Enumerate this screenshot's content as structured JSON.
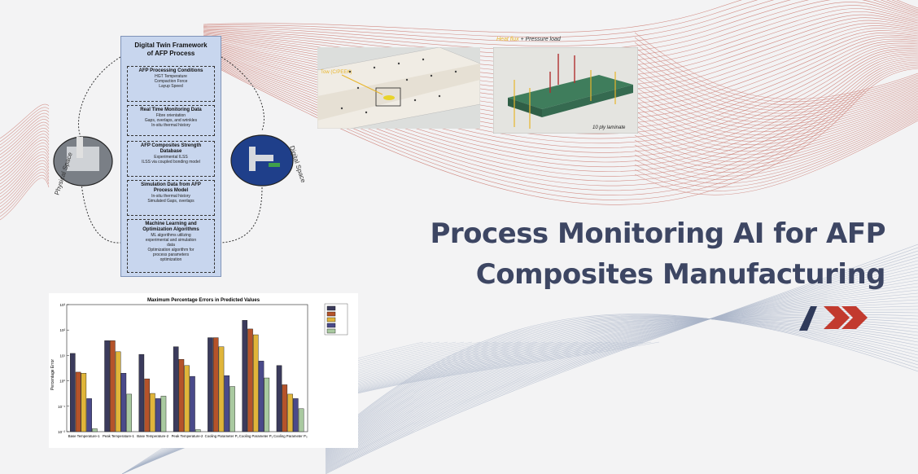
{
  "title": {
    "line1": "Process Monitoring AI for AFP",
    "line2": "Composites Manufacturing"
  },
  "colors": {
    "title": "#3d4663",
    "logo_navy": "#2f3a5a",
    "logo_red": "#c23a2e",
    "wave_red": "#c97268",
    "wave_blue": "#a9b4c8",
    "framework_bg": "#c8d6ee"
  },
  "framework": {
    "title": "Digital Twin Framework\nof AFP Process",
    "left_label": "Physical Space",
    "right_label": "Digital Space",
    "boxes": [
      {
        "heading": "AFP Processing Conditions",
        "body": "HGT Temperature\nCompaction Force\nLayup Speed"
      },
      {
        "heading": "Real Time Monitoring Data",
        "body": "Fibre orientation\nGaps, overlaps, and wrinkles\nIn-situ thermal history"
      },
      {
        "heading": "AFP Composites Strength\nDatabase",
        "body": "Experimental ILSS\nILSS via coupled bonding model"
      },
      {
        "heading": "Simulation Data from AFP\nProcess Model",
        "body": "In-situ thermal history\nSimulated Gaps, overlaps"
      },
      {
        "heading": "Machine Learning and\nOptimization Algorithms",
        "body": "ML algorithms utilizing\nexperimental and simulation\ndata\nOptimization algorithm for\nprocess parameters\noptimization"
      }
    ]
  },
  "simulation": {
    "left_label": "Tow (C/PEEK)",
    "top_label_heat": "Heat flux",
    "top_label_pressure": " + Pressure load",
    "right_caption": "10 ply laminate"
  },
  "chart_data": {
    "type": "bar",
    "title": "Maximum Percentage Errors in Predicted Values",
    "ylabel": "Percentage Error",
    "yscale": "log",
    "ylim": [
      0.01,
      1000
    ],
    "categories": [
      "Base Temperature-1",
      "Peak Temperature-1",
      "Base Temperature-2",
      "Peak Temperature-2",
      "Cooling Parameter P₁",
      "Cooling Parameter P₂",
      "Cooling Parameter P₃"
    ],
    "series": [
      {
        "name": "",
        "values": [
          12,
          38,
          11,
          22,
          50,
          240,
          4
        ],
        "color": "#3b3b5c"
      },
      {
        "name": "",
        "values": [
          2.2,
          38,
          1.2,
          7,
          50,
          110,
          0.7
        ],
        "color": "#b5532a"
      },
      {
        "name": "",
        "values": [
          2.0,
          14,
          0.32,
          4,
          22,
          65,
          0.3
        ],
        "color": "#e0b53a"
      },
      {
        "name": "",
        "values": [
          0.2,
          2,
          0.2,
          1.5,
          1.6,
          6,
          0.2
        ],
        "color": "#4a4a8a"
      },
      {
        "name": "",
        "values": [
          0.013,
          0.3,
          0.25,
          0.012,
          0.6,
          1.3,
          0.08
        ],
        "color": "#a9c9a0"
      }
    ],
    "legend": "top-right",
    "y_ticks": [
      "10⁻²",
      "10⁻¹",
      "10⁰",
      "10¹",
      "10²",
      "10³"
    ]
  }
}
